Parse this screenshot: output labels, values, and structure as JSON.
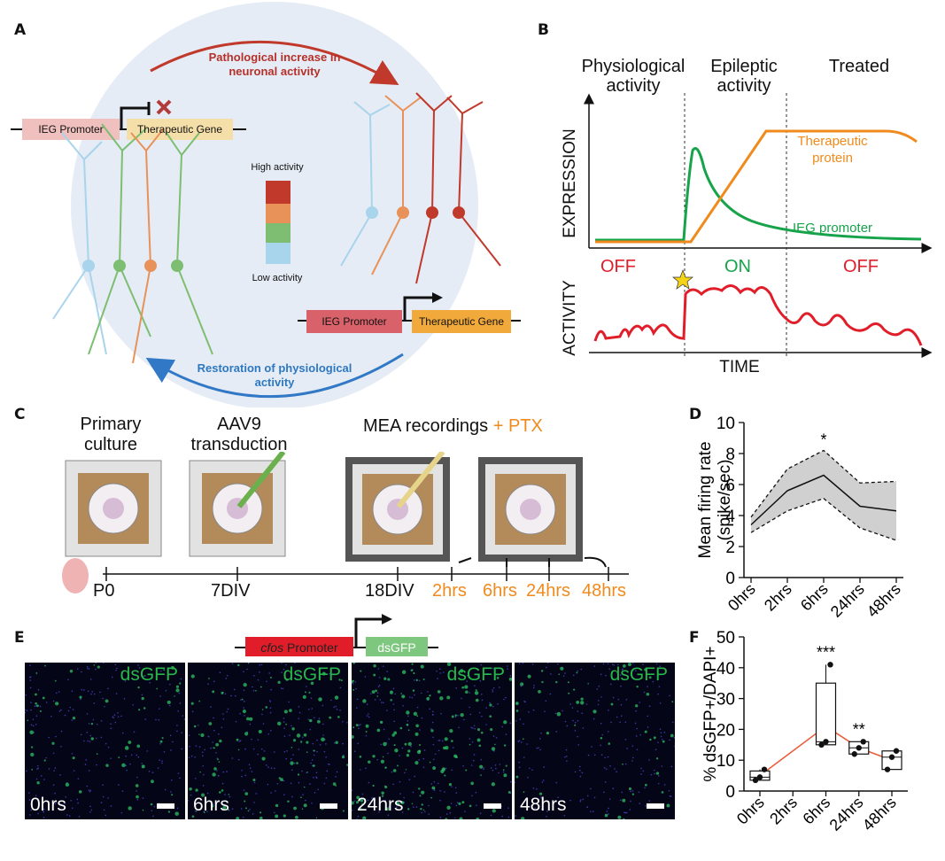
{
  "panels": {
    "a": "A",
    "b": "B",
    "c": "C",
    "d": "D",
    "e": "E",
    "f": "F"
  },
  "panelA": {
    "top_arrow": "Pathological increase in neuronal activity",
    "bottom_arrow": "Restoration of physiological activity",
    "promoter": "IEG Promoter",
    "gene": "Therapeutic Gene",
    "high": "High activity",
    "low": "Low activity",
    "colors": [
      "#c0392b",
      "#e8925a",
      "#7dbe72",
      "#a8d4ec"
    ]
  },
  "panelB": {
    "phase1": "Physiological activity",
    "phase2": "Epileptic activity",
    "phase3": "Treated",
    "ylabel_top": "EXPRESSION",
    "ylabel_bottom": "ACTIVITY",
    "xlabel": "TIME",
    "therapeutic": "Therapeutic protein",
    "ieg": "IEG promoter",
    "off1": "OFF",
    "on": "ON",
    "off2": "OFF"
  },
  "panelC": {
    "primary": "Primary culture",
    "aav": "AAV9 transduction",
    "mea": "MEA recordings",
    "ptx": "+ PTX",
    "ticks": [
      "P0",
      "7DIV",
      "18DIV",
      "2hrs",
      "6hrs",
      "24hrs",
      "48hrs"
    ]
  },
  "panelE": {
    "promoter_italic": "cfos",
    "promoter_rest": " Promoter",
    "gene": "dsGFP",
    "images": [
      {
        "label": "dsGFP",
        "time": "0hrs"
      },
      {
        "label": "dsGFP",
        "time": "6hrs"
      },
      {
        "label": "dsGFP",
        "time": "24hrs"
      },
      {
        "label": "dsGFP",
        "time": "48hrs"
      }
    ]
  },
  "chart_data": [
    {
      "type": "line",
      "panel": "D",
      "categories": [
        "0hrs",
        "2hrs",
        "6hrs",
        "24hrs",
        "48hrs"
      ],
      "series": [
        {
          "name": "mean",
          "values": [
            3.4,
            5.6,
            6.6,
            4.6,
            4.3
          ]
        },
        {
          "name": "upper",
          "values": [
            3.9,
            7.0,
            8.2,
            6.1,
            6.2
          ]
        },
        {
          "name": "lower",
          "values": [
            2.9,
            4.3,
            5.1,
            3.2,
            2.4
          ]
        }
      ],
      "ylabel": "Mean firing rate (spike/sec)",
      "ylim": [
        0,
        10
      ],
      "yticks": [
        "0",
        "2",
        "4",
        "6",
        "8",
        "10"
      ],
      "annotation": {
        "category": "6hrs",
        "text": "*"
      }
    },
    {
      "type": "bar",
      "panel": "F",
      "categories": [
        "0hrs",
        "2hrs",
        "6hrs",
        "24hrs",
        "48hrs"
      ],
      "box": [
        {
          "min": 3.5,
          "q1": 3.5,
          "median": 4.5,
          "q3": 6.5,
          "max": 7
        },
        null,
        {
          "min": 15,
          "q1": 15,
          "median": 16,
          "q3": 35,
          "max": 41
        },
        {
          "min": 12,
          "q1": 12,
          "median": 14,
          "q3": 16,
          "max": 16
        },
        {
          "min": 7,
          "q1": 7,
          "median": 11,
          "q3": 13,
          "max": 13
        }
      ],
      "mean_line": [
        5,
        null,
        21,
        14,
        10
      ],
      "ylabel": "% dsGFP+/DAPI+",
      "ylim": [
        0,
        50
      ],
      "yticks": [
        "0",
        "10",
        "20",
        "30",
        "40",
        "50"
      ],
      "annotations": [
        {
          "category": "6hrs",
          "text": "***"
        },
        {
          "category": "24hrs",
          "text": "**"
        }
      ]
    }
  ]
}
